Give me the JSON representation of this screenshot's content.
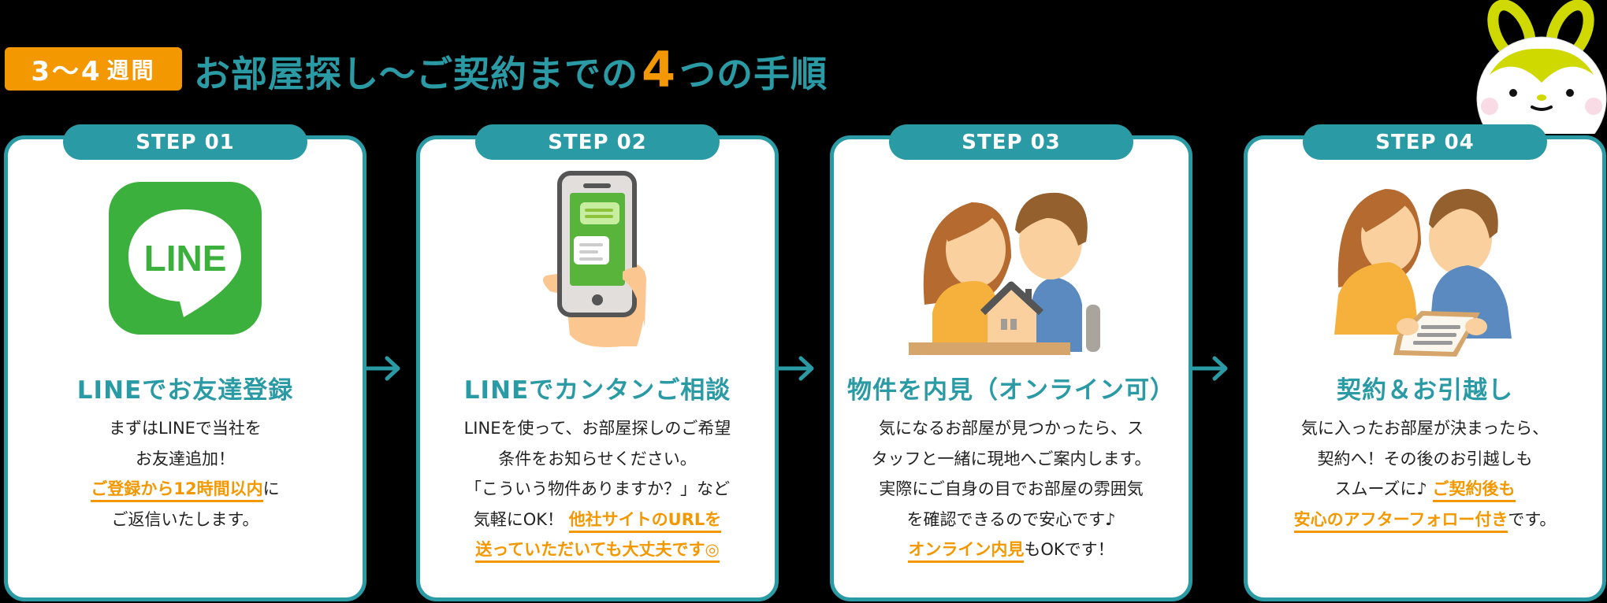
{
  "header": {
    "period_badge": {
      "value": "3～4",
      "unit": "週間"
    },
    "title_prefix": "お部屋探し～ご契約までの",
    "title_number": "4",
    "title_suffix": "つの手順"
  },
  "colors": {
    "teal": "#2a9aa5",
    "orange": "#f39800",
    "line_green": "#3cb03c",
    "mascot_green": "#cfd900"
  },
  "steps": [
    {
      "badge": "STEP 01",
      "icon": "line-app-icon",
      "icon_text": "LINE",
      "heading": "LINEでお友達登録",
      "body": [
        [
          {
            "t": "まずはLINEで当社を"
          }
        ],
        [
          {
            "t": "お友達追加！"
          }
        ],
        [
          {
            "t": "ご登録から12時間以内",
            "hl": true
          },
          {
            "t": "に"
          }
        ],
        [
          {
            "t": "ご返信いたします。"
          }
        ]
      ]
    },
    {
      "badge": "STEP 02",
      "icon": "smartphone-chat-illustration",
      "heading": "LINEでカンタンご相談",
      "body": [
        [
          {
            "t": "LINEを使って、お部屋探しのご希望"
          }
        ],
        [
          {
            "t": "条件をお知らせください。"
          }
        ],
        [
          {
            "t": "「こういう物件ありますか？」など"
          }
        ],
        [
          {
            "t": "気軽にOK！ "
          },
          {
            "t": "他社サイトのURLを",
            "hl": true
          }
        ],
        [
          {
            "t": "送っていただいても大丈夫です◎",
            "hl": true
          }
        ]
      ]
    },
    {
      "badge": "STEP 03",
      "icon": "couple-with-house-illustration",
      "heading": "物件を内見（オンライン可）",
      "body": [
        [
          {
            "t": "気になるお部屋が見つかったら、ス"
          }
        ],
        [
          {
            "t": "タッフと一緒に現地へご案内します。"
          }
        ],
        [
          {
            "t": "実際にご自身の目でお部屋の雰囲気"
          }
        ],
        [
          {
            "t": "を確認できるので安心です♪"
          }
        ],
        [
          {
            "t": "オンライン内見",
            "hl": true
          },
          {
            "t": "もOKです！"
          }
        ]
      ]
    },
    {
      "badge": "STEP 04",
      "icon": "couple-signing-contract-illustration",
      "heading": "契約＆お引越し",
      "body": [
        [
          {
            "t": "気に入ったお部屋が決まったら、"
          }
        ],
        [
          {
            "t": "契約へ！その後のお引越しも"
          }
        ],
        [
          {
            "t": "スムーズに♪ "
          },
          {
            "t": "ご契約後も",
            "hl": true
          }
        ],
        [
          {
            "t": "安心のアフターフォロー付き",
            "hl": true
          },
          {
            "t": "です。"
          }
        ]
      ]
    }
  ]
}
